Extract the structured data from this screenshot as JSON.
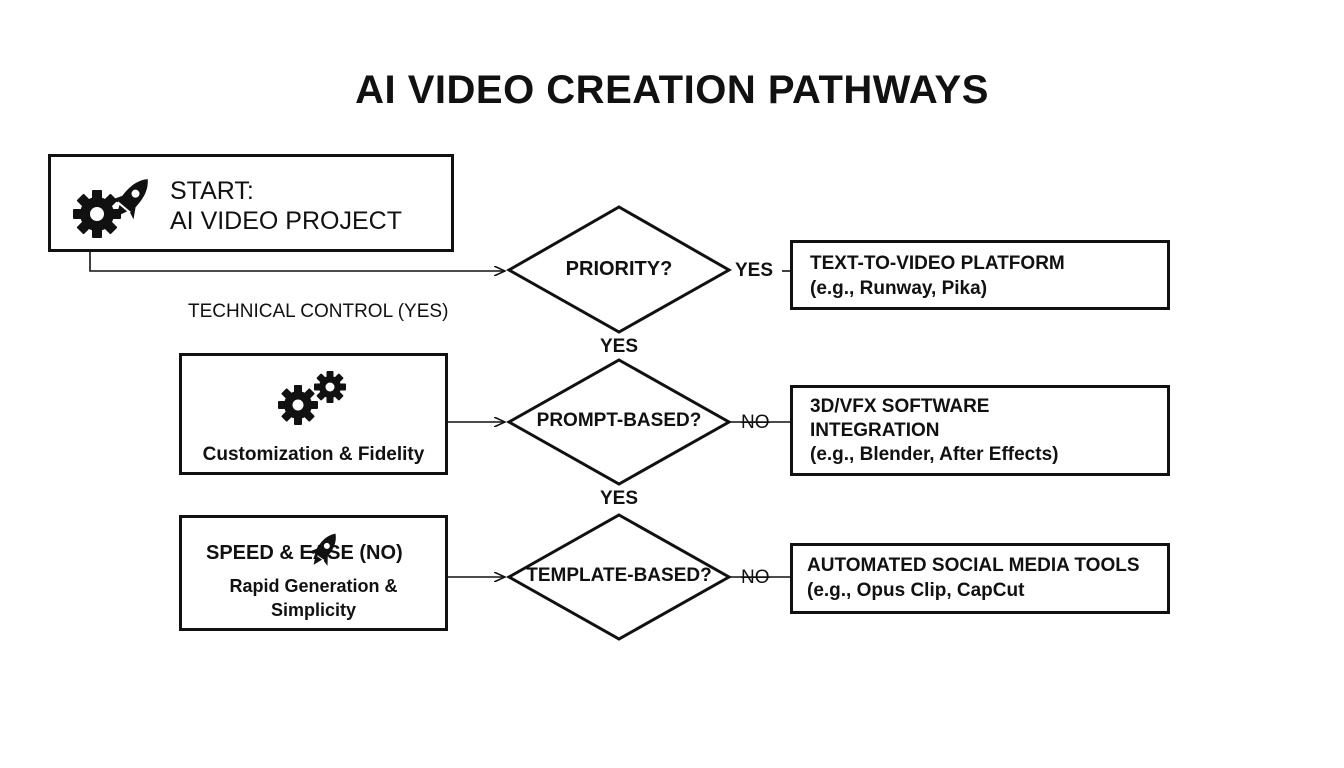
{
  "title": "AI VIDEO CREATION PATHWAYS",
  "start": {
    "line1": "START:",
    "line2": "AI VIDEO PROJECT",
    "icons": [
      "gear-icon",
      "rocket-icon"
    ]
  },
  "decisions": {
    "priority": "PRIORITY?",
    "prompt": "PROMPT-BASED?",
    "template": "TEMPLATE-BASED?"
  },
  "edge_labels": {
    "priority_yes_right": "YES",
    "priority_yes_down": "YES",
    "prompt_no": "NO",
    "prompt_yes_down": "YES",
    "template_no": "NO"
  },
  "branch_label": "TECHNICAL CONTROL (YES)",
  "custom_box": {
    "label": "Customization & Fidelity",
    "icons": [
      "gears-icon"
    ]
  },
  "speed_box": {
    "heading": "SPEED & EASE (NO)",
    "line1": "Rapid Generation &",
    "line2": "Simplicity",
    "icons": [
      "rocket-icon"
    ]
  },
  "outcomes": {
    "text_to_video": {
      "line1": "TEXT-TO-VIDEO PLATFORM",
      "line2": "(e.g., Runway, Pika)"
    },
    "vfx": {
      "line1": "3D/VFX SOFTWARE",
      "line2": "INTEGRATION",
      "line3": "(e.g., Blender, After Effects)"
    },
    "social": {
      "line1": "AUTOMATED SOCIAL MEDIA TOOLS",
      "line2": "(e.g., Opus Clip, CapCut"
    }
  }
}
